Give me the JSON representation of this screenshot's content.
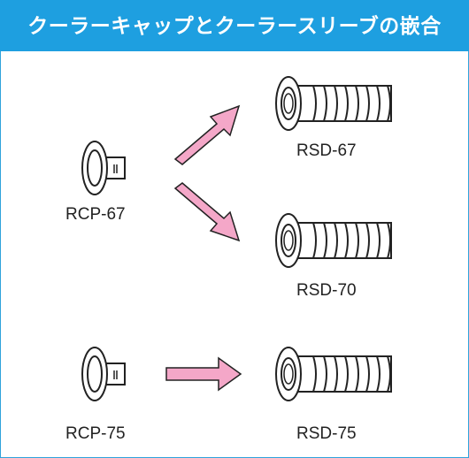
{
  "title": "クーラーキャップとクーラースリーブの嵌合",
  "parts": {
    "cap1": "RCP-67",
    "cap2": "RCP-75",
    "sleeve1": "RSD-67",
    "sleeve2": "RSD-70",
    "sleeve3": "RSD-75"
  },
  "colors": {
    "header": "#1e9fe0",
    "arrow_fill": "#f4a7c8",
    "line": "#222222"
  }
}
